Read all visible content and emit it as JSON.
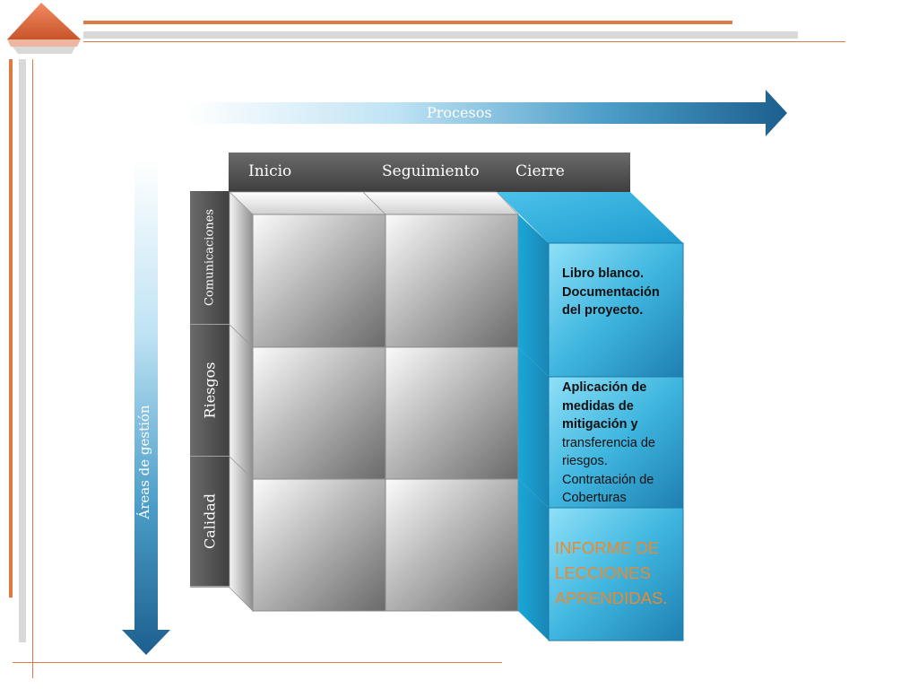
{
  "processes_label": "Procesos",
  "areas_label": "Áreas de gestión",
  "columns": [
    "Inicio",
    "Seguimiento",
    "Cierre"
  ],
  "rows": [
    "Comunicaciones",
    "Riesgos",
    "Calidad"
  ],
  "cierre_cells": {
    "comunicaciones": "Libro blanco. Documentación del proyecto.",
    "riesgos_bold": "Aplicación de medidas de mitigación y",
    "riesgos_rest": "transferencia de riesgos. Contratación de Coberturas",
    "calidad": "INFORME DE LECCIONES APRENDIDAS."
  },
  "colors": {
    "accent_orange": "#e07a45",
    "arrow_blue": "#1f6a9a",
    "highlight_text": "#f0872a",
    "cube_grey": "#8a8a8a",
    "cube_cyan": "#3fb6df"
  }
}
